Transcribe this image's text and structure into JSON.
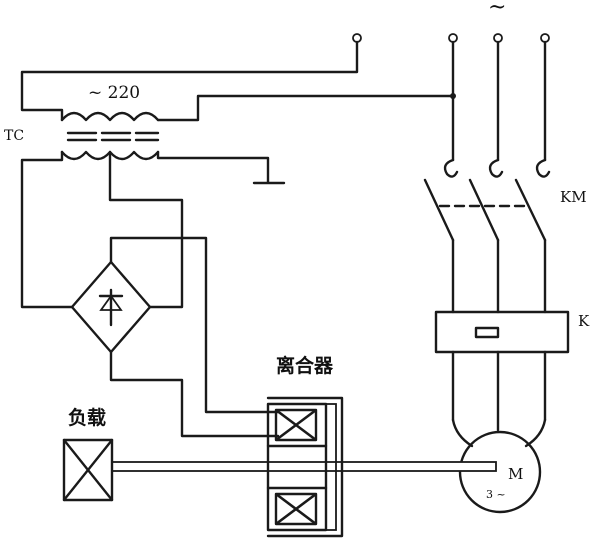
{
  "title": "",
  "labels": {
    "ac_top": "~",
    "voltage": "~ 220",
    "transformer": "TC",
    "contactor": "KM",
    "switch": "K",
    "clutch": "离合器",
    "load": "负载",
    "motor_letter": "M",
    "motor_phase": "3 ~"
  },
  "colors": {
    "ink": "#1a1a1a",
    "background": "#ffffff"
  }
}
